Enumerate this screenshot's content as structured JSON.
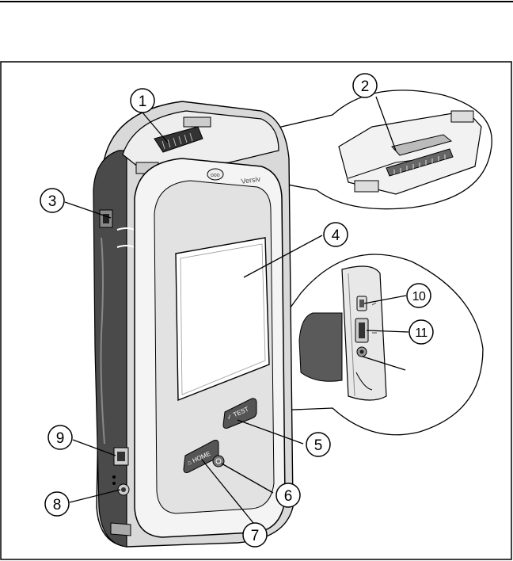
{
  "figure": {
    "callouts": [
      "1",
      "2",
      "3",
      "4",
      "5",
      "6",
      "7",
      "8",
      "9",
      "10",
      "11"
    ],
    "device": {
      "brand_text": "Versiv",
      "test_key": "✓ TEST",
      "home_key": "⌂ HOME"
    }
  }
}
